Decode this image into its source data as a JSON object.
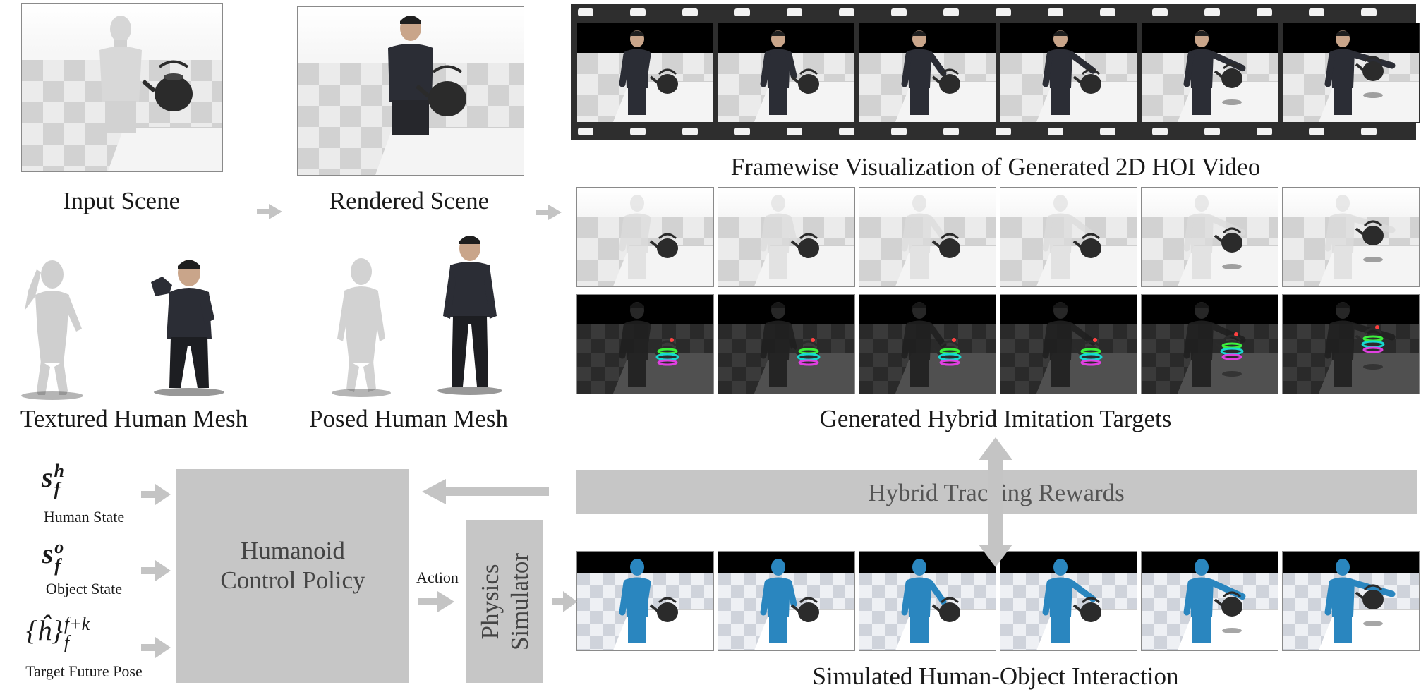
{
  "captions": {
    "input_scene": "Input Scene",
    "rendered_scene": "Rendered Scene",
    "textured_mesh": "Textured Human Mesh",
    "posed_mesh": "Posed Human Mesh",
    "framewise": "Framewise Visualization of Generated 2D HOI Video",
    "hybrid_targets": "Generated Hybrid Imitation Targets",
    "simulated": "Simulated Human-Object Interaction"
  },
  "inputs": {
    "human_state": {
      "symbol": "s",
      "sup": "h",
      "sub": "f",
      "label": "Human State"
    },
    "object_state": {
      "symbol": "s",
      "sup": "o",
      "sub": "f",
      "label": "Object State"
    },
    "target_pose": {
      "symbol": "{ĥ}",
      "sup": "f+k",
      "sub": "f",
      "label": "Target Future Pose"
    }
  },
  "blocks": {
    "policy": "Humanoid\nControl Policy",
    "simulator": "Physics\nSimulator",
    "action": "Action",
    "rewards": "Hybrid Tracking Rewards"
  },
  "colors": {
    "block": "#c6c6c6",
    "arrow": "#c4c4c4",
    "film": "#2e2e2e",
    "humanoid_sim": "#2a86bf",
    "kettle": "#2b2b2b",
    "keypoint_cyan": "#18d8d0",
    "keypoint_green": "#3cf03c",
    "keypoint_magenta": "#e040e0"
  },
  "frames": {
    "count": 6
  }
}
